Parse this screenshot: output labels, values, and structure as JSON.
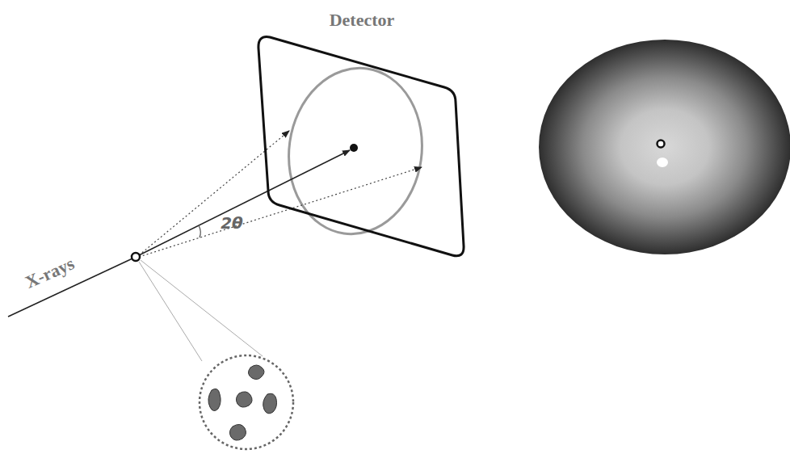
{
  "diagram": {
    "nodes": [
      {
        "text": [
          "Detector"
        ]
      }
    ],
    "labels": [
      "X-rays",
      "2θ"
    ]
  }
}
